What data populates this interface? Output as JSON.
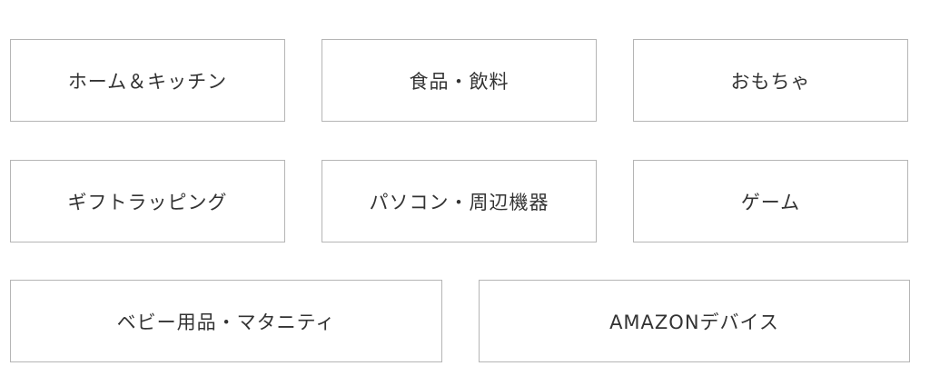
{
  "categories": [
    {
      "label": "ホーム＆キッチン"
    },
    {
      "label": "食品・飲料"
    },
    {
      "label": "おもちゃ"
    },
    {
      "label": "ギフトラッピング"
    },
    {
      "label": "パソコン・周辺機器"
    },
    {
      "label": "ゲーム"
    },
    {
      "label": "ベビー用品・マタニティ"
    },
    {
      "label": "AMAZONデバイス"
    }
  ],
  "colors": {
    "border": "#b5b5b5",
    "text": "#333333",
    "background": "#ffffff"
  }
}
